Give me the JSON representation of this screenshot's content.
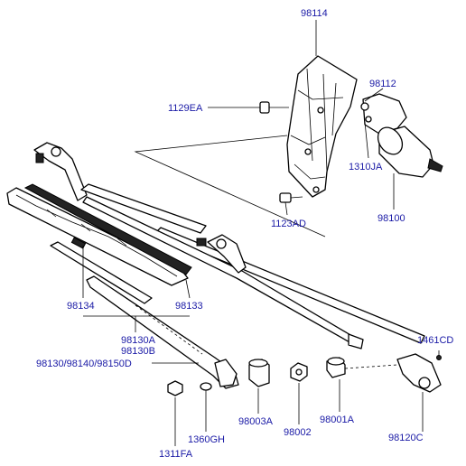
{
  "labels": {
    "l98114": "98114",
    "l98112": "98112",
    "l1129EA": "1129EA",
    "l1310JA": "1310JA",
    "l1123AD": "1123AD",
    "l98100": "98100",
    "l98134": "98134",
    "l98133": "98133",
    "l98130A": "98130A",
    "l98130B": "98130B",
    "l98130combo": "98130/98140/98150D",
    "l1461CD": "1461CD",
    "l98003A": "98003A",
    "l98002": "98002",
    "l98001A": "98001A",
    "l1360GH": "1360GH",
    "l98120C": "98120C",
    "l1311FA": "1311FA"
  },
  "colors": {
    "label": "#1a1aa6",
    "line": "#000000"
  }
}
